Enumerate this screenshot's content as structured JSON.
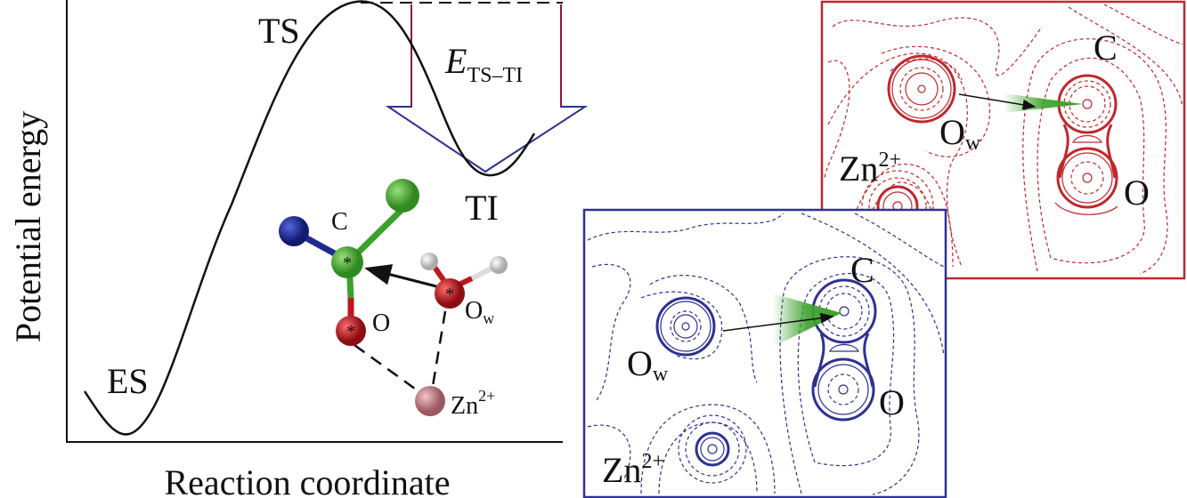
{
  "energy_diagram": {
    "y_axis_label": "Potential energy",
    "x_axis_label": "Reaction coordinate",
    "points": {
      "es": "ES",
      "ts": "TS",
      "ti": "TI"
    },
    "barrier_label": {
      "main": "E",
      "sub": "TS–TI"
    }
  },
  "molecule": {
    "c_label": "C",
    "o_label": "O",
    "ow_label": {
      "main": "O",
      "sub": "w"
    },
    "zn_label": {
      "main": "Zn",
      "sup": "2+"
    },
    "colors": {
      "carbon": "#3aa12a",
      "oxygen": "#c0161d",
      "nitrogen": "#1f2a8f",
      "zinc": "#c98a8f",
      "hydrogen": "#e8e8e8"
    }
  },
  "red_panel": {
    "c_label": "C",
    "o_label": "O",
    "ow_label": {
      "main": "O",
      "sub": "w"
    },
    "zn_label": {
      "main": "Zn",
      "sup": "2+"
    },
    "color": "#c0272d"
  },
  "blue_panel": {
    "c_label": "C",
    "o_label": "O",
    "ow_label": {
      "main": "O",
      "sub": "w"
    },
    "zn_label": {
      "main": "Zn",
      "sup": "2+"
    },
    "color": "#2e3192"
  }
}
